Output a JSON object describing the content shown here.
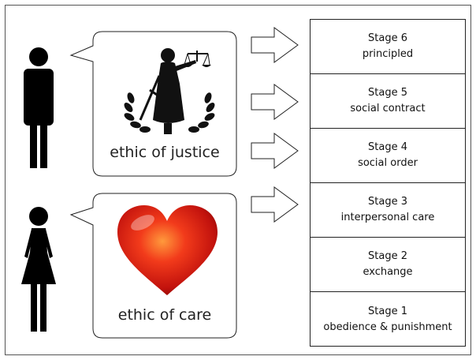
{
  "justice_label": "ethic of justice",
  "care_label": "ethic of care",
  "stages": [
    {
      "title": "Stage 6",
      "subtitle": "principled"
    },
    {
      "title": "Stage 5",
      "subtitle": "social contract"
    },
    {
      "title": "Stage 4",
      "subtitle": "social order"
    },
    {
      "title": "Stage 3",
      "subtitle": "interpersonal care"
    },
    {
      "title": "Stage 2",
      "subtitle": "exchange"
    },
    {
      "title": "Stage 1",
      "subtitle": "obedience & punishment"
    }
  ]
}
